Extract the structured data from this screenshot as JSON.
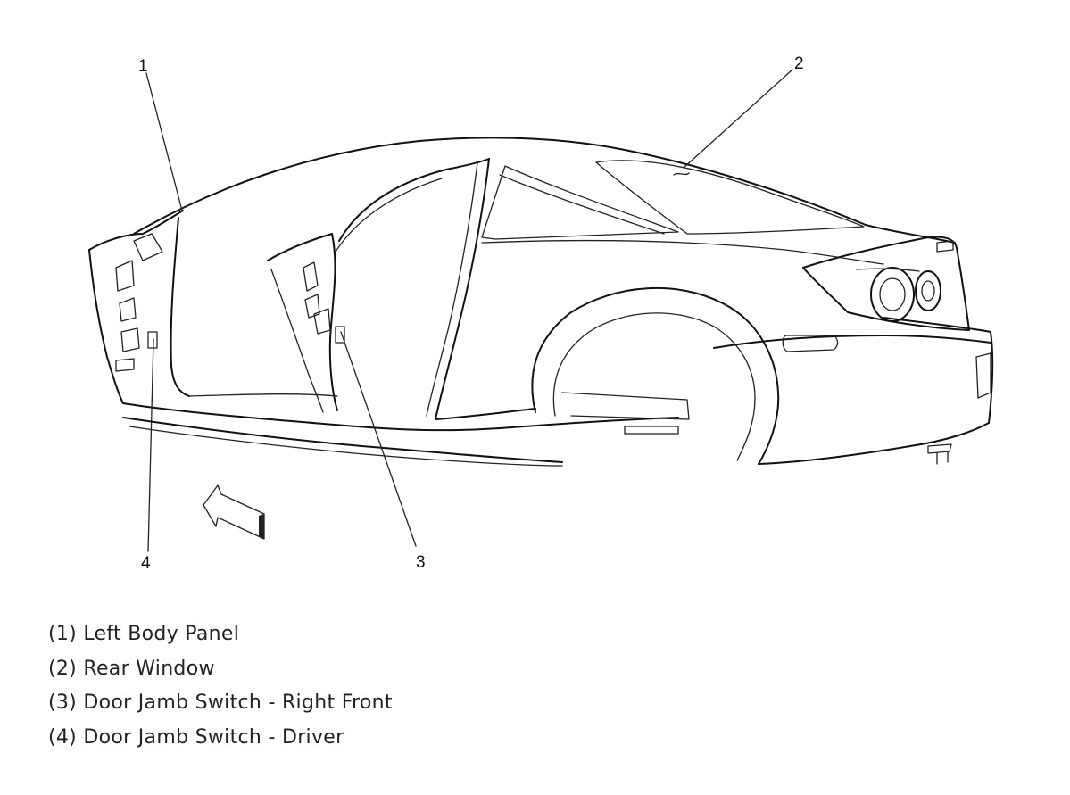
{
  "callouts": [
    {
      "id": "1",
      "label": "1"
    },
    {
      "id": "2",
      "label": "2"
    },
    {
      "id": "3",
      "label": "3"
    },
    {
      "id": "4",
      "label": "4"
    }
  ],
  "legend": [
    {
      "text": "(1) Left Body Panel"
    },
    {
      "text": "(2) Rear Window"
    },
    {
      "text": "(3) Door Jamb Switch - Right Front"
    },
    {
      "text": "(4) Door Jamb Switch - Driver"
    }
  ]
}
